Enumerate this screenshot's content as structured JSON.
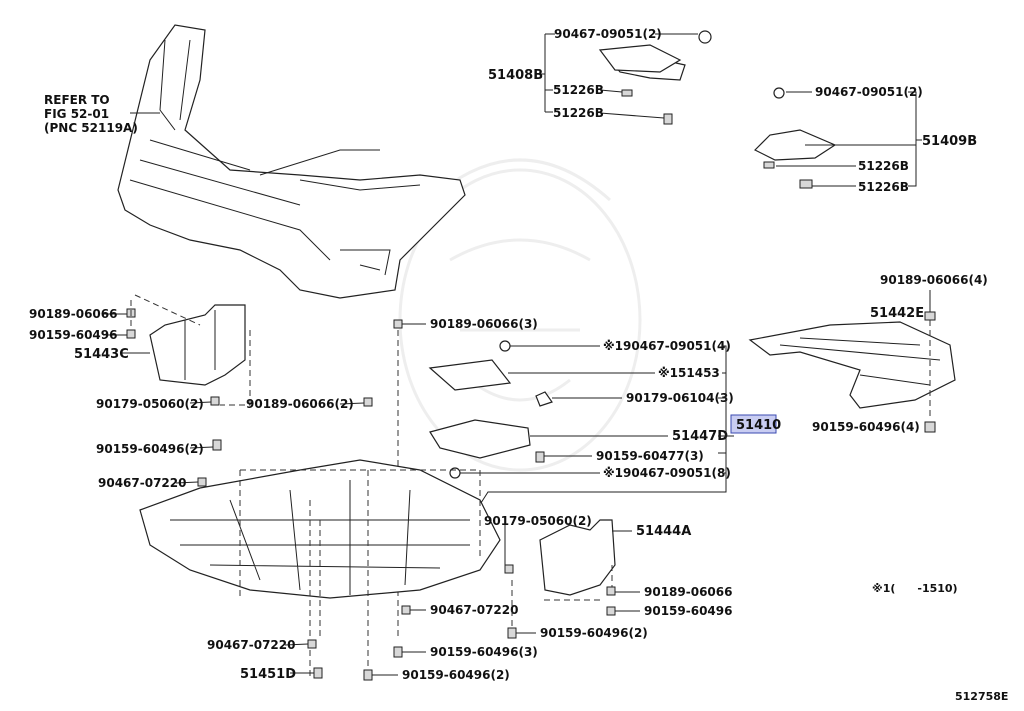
{
  "labels": {
    "refer_1": "REFER TO",
    "refer_2": "FIG 52-01",
    "refer_3": "(PNC 52119A)",
    "p_51408B": "51408B",
    "p_90467_09051_2a": "90467-09051(2)",
    "p_51226B_a": "51226B",
    "p_51226B_b": "51226B",
    "p_90467_09051_2b": "90467-09051(2)",
    "p_51409B": "51409B",
    "p_51226B_c": "51226B",
    "p_51226B_d": "51226B",
    "p_90189_06066_4": "90189-06066(4)",
    "p_51442E": "51442E",
    "p_90159_60496_4": "90159-60496(4)",
    "p_90189_06066_a": "90189-06066",
    "p_90159_60496_a": "90159-60496",
    "p_51443C": "51443C",
    "p_90189_06066_3": "90189-06066(3)",
    "p_90467_09051_4": "※190467-09051(4)",
    "p_151453": "※151453",
    "p_90179_05060_2a": "90179-05060(2)",
    "p_90189_06066_2": "90189-06066(2)",
    "p_90179_06104_3": "90179-06104(3)",
    "p_51410": "51410",
    "p_51447D": "51447D",
    "p_90159_60496_2a": "90159-60496(2)",
    "p_90159_60477_3": "90159-60477(3)",
    "p_90467_07220_a": "90467-07220",
    "p_90467_09051_8": "※190467-09051(8)",
    "p_90179_05060_2b": "90179-05060(2)",
    "p_51444A": "51444A",
    "p_90189_06066_b": "90189-06066",
    "p_90159_60496_b": "90159-60496",
    "p_90467_07220_b": "90467-07220",
    "p_90159_60496_2b": "90159-60496(2)",
    "p_90467_07220_c": "90467-07220",
    "p_90159_60496_3": "90159-60496(3)",
    "p_51451D": "51451D",
    "p_90159_60496_2c": "90159-60496(2)",
    "footnote": "※1(　　-1510)",
    "fig_number": "512758E"
  },
  "colors": {
    "highlight_fill": "#c9cdf2",
    "highlight_stroke": "#3a4ab0"
  }
}
